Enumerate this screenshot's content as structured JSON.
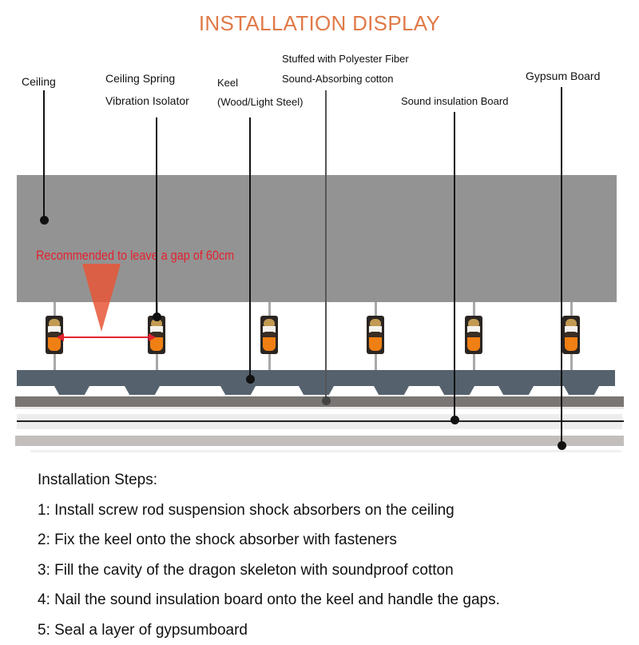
{
  "title": "INSTALLATION DISPLAY",
  "colors": {
    "title": "#e07a48",
    "ceiling": "#939393",
    "keel": "#55626e",
    "sound_insulation_board": "#7a7674",
    "gypsum_board": "#c1bebc",
    "annotation_red": "#e3222f",
    "isolator_orange": "#f07f14"
  },
  "labels": {
    "ceiling": "Ceiling",
    "isolator_line1": "Ceiling Spring",
    "isolator_line2": "Vibration Isolator",
    "keel_line1": "Keel",
    "keel_line2": "(Wood/Light Steel)",
    "cotton_line1": "Stuffed with Polyester Fiber",
    "cotton_line2": "Sound-Absorbing cotton",
    "insulation_board": "Sound insulation Board",
    "gypsum_board": "Gypsum Board"
  },
  "annotation": {
    "gap_text": "Recommended to leave a gap of 60cm"
  },
  "isolators": {
    "count": 6,
    "icon": "spring-isolator-icon"
  },
  "steps": {
    "heading": "Installation Steps:",
    "items": [
      "1: Install screw rod suspension shock absorbers on the ceiling",
      "2: Fix the keel onto the shock absorber with fasteners",
      "3: Fill the cavity of the dragon skeleton with soundproof cotton",
      "4: Nail the sound insulation board onto the keel and handle the gaps.",
      "5: Seal a layer of gypsumboard"
    ]
  }
}
